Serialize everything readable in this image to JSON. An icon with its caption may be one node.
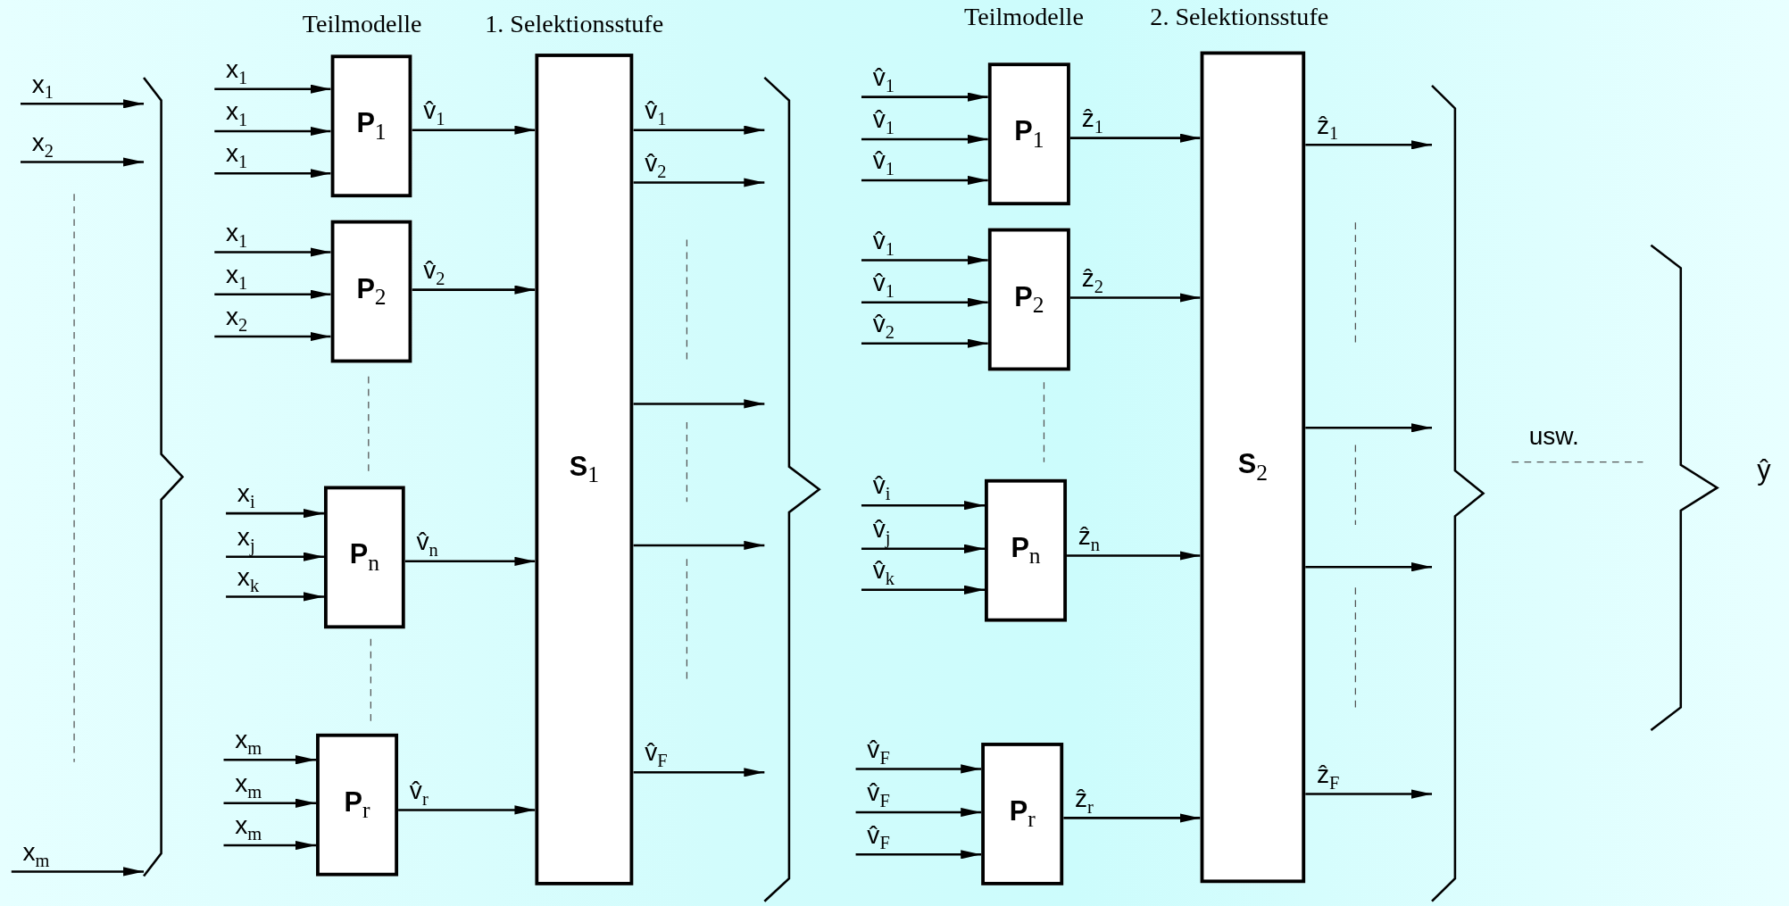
{
  "diagram": {
    "nodes": [
      {
        "text": [],
        "shape": "brace"
      },
      {
        "text": [
          "**P**$_{1}$"
        ]
      },
      {
        "text": [
          "**P**$_{2}$"
        ]
      },
      {
        "text": [
          "**P**$_{n}$"
        ]
      },
      {
        "text": [
          "**P**$_{r}$"
        ]
      },
      {
        "text": [
          "**S**$_{1}$"
        ]
      },
      {
        "text": [],
        "shape": "brace"
      },
      {
        "text": [
          "**P**$_{1}$"
        ]
      },
      {
        "text": [
          "**P**$_{2}$"
        ]
      },
      {
        "text": [
          "**P**$_{n}$"
        ]
      },
      {
        "text": [
          "**P**$_{r}$"
        ]
      },
      {
        "text": [
          "**S**$_{2}$"
        ]
      },
      {
        "text": [],
        "shape": "brace"
      },
      {
        "text": [],
        "shape": "brace"
      }
    ],
    "edges": [
      {
        "from": null,
        "to": 0,
        "arrow": "to",
        "label": "x$_{1}$"
      },
      {
        "from": null,
        "to": 0,
        "arrow": "to",
        "label": "x$_{2}$"
      },
      {
        "from": null,
        "to": 0,
        "arrow": "to",
        "label": "x$_{m}$"
      },
      {
        "from": null,
        "to": 1,
        "arrow": "to",
        "label": "x$_{1}$"
      },
      {
        "from": null,
        "to": 1,
        "arrow": "to",
        "label": "x$_{1}$"
      },
      {
        "from": null,
        "to": 1,
        "arrow": "to",
        "label": "x$_{1}$"
      },
      {
        "from": null,
        "to": 2,
        "arrow": "to",
        "label": "x$_{1}$"
      },
      {
        "from": null,
        "to": 2,
        "arrow": "to",
        "label": "x$_{1}$"
      },
      {
        "from": null,
        "to": 2,
        "arrow": "to",
        "label": "x$_{2}$"
      },
      {
        "from": null,
        "to": 3,
        "arrow": "to",
        "label": "x$_{i}$"
      },
      {
        "from": null,
        "to": 3,
        "arrow": "to",
        "label": "x$_{j}$"
      },
      {
        "from": null,
        "to": 3,
        "arrow": "to",
        "label": "x$_{k}$"
      },
      {
        "from": null,
        "to": 4,
        "arrow": "to",
        "label": "x$_{m}$"
      },
      {
        "from": null,
        "to": 4,
        "arrow": "to",
        "label": "x$_{m}$"
      },
      {
        "from": null,
        "to": 4,
        "arrow": "to",
        "label": "x$_{m}$"
      },
      {
        "from": 1,
        "to": 5,
        "arrow": "to",
        "label": "v̂$_{1}$"
      },
      {
        "from": 2,
        "to": 5,
        "arrow": "to",
        "label": "v̂$_{2}$"
      },
      {
        "from": 3,
        "to": 5,
        "arrow": "to",
        "label": "v̂$_{n}$"
      },
      {
        "from": 4,
        "to": 5,
        "arrow": "to",
        "label": "v̂$_{r}$"
      },
      {
        "from": 5,
        "to": 6,
        "arrow": "to",
        "label": "v̂$_{1}$"
      },
      {
        "from": 5,
        "to": 6,
        "arrow": "to",
        "label": "v̂$_{2}$"
      },
      {
        "from": 5,
        "to": 6,
        "arrow": "to"
      },
      {
        "from": 5,
        "to": 6,
        "arrow": "to"
      },
      {
        "from": 5,
        "to": 6,
        "arrow": "to",
        "label": "v̂$_{F}$"
      },
      {
        "from": null,
        "to": 7,
        "arrow": "to",
        "label": "v̂$_{1}$"
      },
      {
        "from": null,
        "to": 7,
        "arrow": "to",
        "label": "v̂$_{1}$"
      },
      {
        "from": null,
        "to": 7,
        "arrow": "to",
        "label": "v̂$_{1}$"
      },
      {
        "from": null,
        "to": 8,
        "arrow": "to",
        "label": "v̂$_{1}$"
      },
      {
        "from": null,
        "to": 8,
        "arrow": "to",
        "label": "v̂$_{1}$"
      },
      {
        "from": null,
        "to": 8,
        "arrow": "to",
        "label": "v̂$_{2}$"
      },
      {
        "from": null,
        "to": 9,
        "arrow": "to",
        "label": "v̂$_{i}$"
      },
      {
        "from": null,
        "to": 9,
        "arrow": "to",
        "label": "v̂$_{j}$"
      },
      {
        "from": null,
        "to": 9,
        "arrow": "to",
        "label": "v̂$_{k}$"
      },
      {
        "from": null,
        "to": 10,
        "arrow": "to",
        "label": "v̂$_{F}$"
      },
      {
        "from": null,
        "to": 10,
        "arrow": "to",
        "label": "v̂$_{F}$"
      },
      {
        "from": null,
        "to": 10,
        "arrow": "to",
        "label": "v̂$_{F}$"
      },
      {
        "from": 7,
        "to": 11,
        "arrow": "to",
        "label": "ẑ$_{1}$"
      },
      {
        "from": 8,
        "to": 11,
        "arrow": "to",
        "label": "ẑ$_{2}$"
      },
      {
        "from": 9,
        "to": 11,
        "arrow": "to",
        "label": "ẑ$_{n}$"
      },
      {
        "from": 10,
        "to": 11,
        "arrow": "to",
        "label": "ẑ$_{r}$"
      },
      {
        "from": 11,
        "to": 12,
        "arrow": "to",
        "label": "ẑ$_{1}$"
      },
      {
        "from": 11,
        "to": 12,
        "arrow": "to"
      },
      {
        "from": 11,
        "to": 12,
        "arrow": "to"
      },
      {
        "from": 11,
        "to": 12,
        "arrow": "to",
        "label": "ẑ$_{F}$"
      }
    ],
    "labels": [
      "Teilmodelle",
      "1. Selektionsstufe",
      "Teilmodelle",
      "2. Selektionsstufe",
      "usw.",
      "ŷ"
    ]
  }
}
